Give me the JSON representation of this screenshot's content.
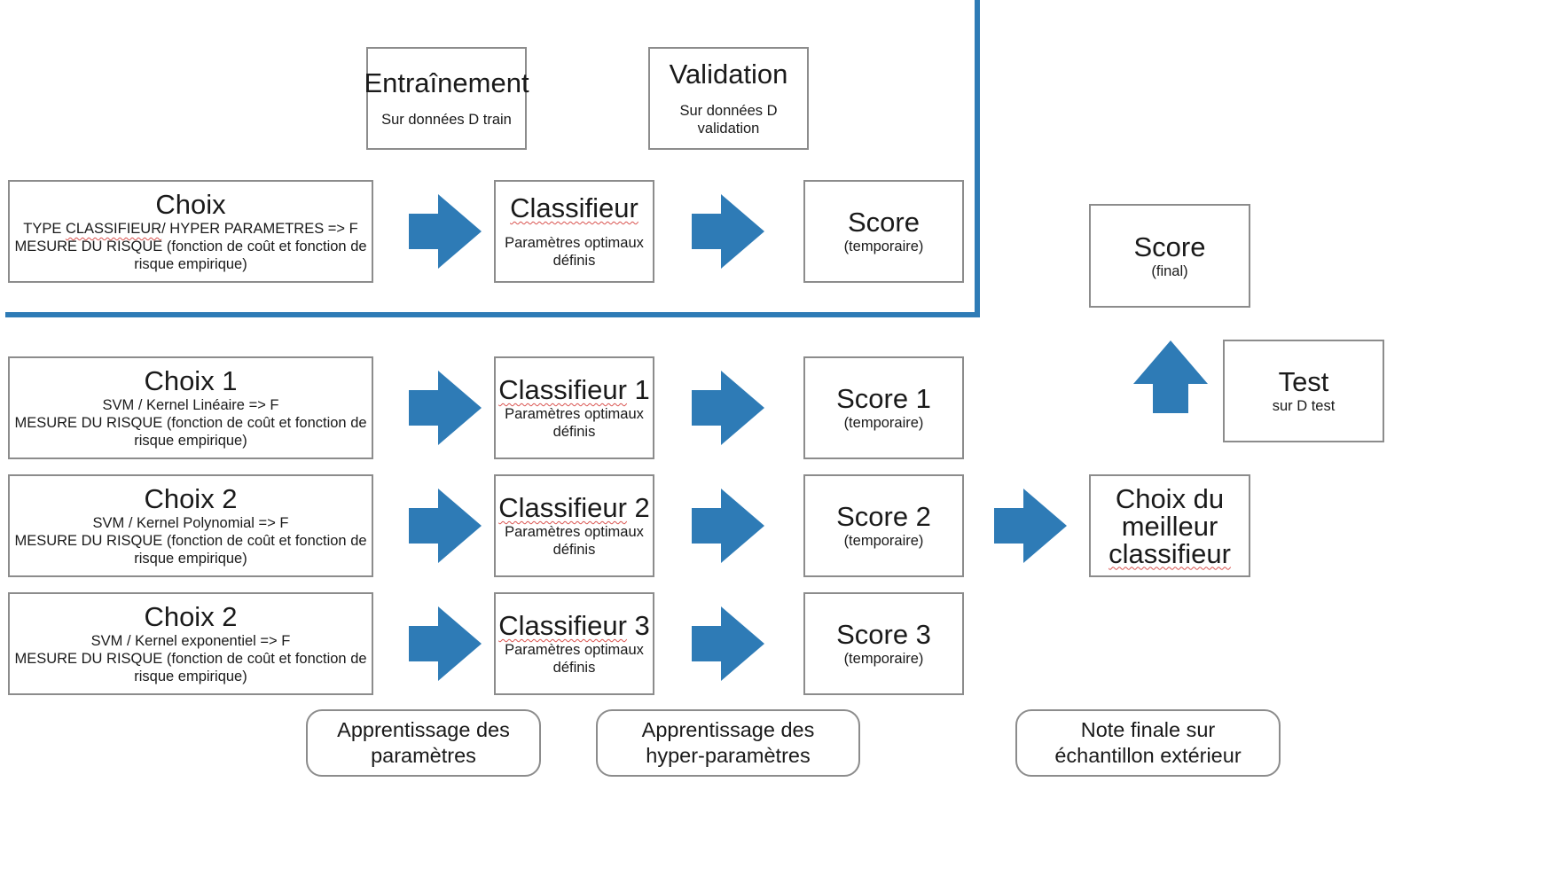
{
  "colors": {
    "arrow": "#2e7bb6",
    "frame": "#2e7bb6",
    "border": "#8c8c8c"
  },
  "header": {
    "train": {
      "title": "Entraînement",
      "sub": "Sur données D train"
    },
    "valid": {
      "title": "Validation",
      "sub": "Sur données D validation"
    }
  },
  "generic": {
    "choix": {
      "title": "Choix",
      "line1_a": "TYPE ",
      "line1_b": "CLASSIFIEUR",
      "line1_c": "/ HYPER PARAMETRES => F",
      "line2": "MESURE DU RISQUE (fonction de coût et fonction de risque empirique)"
    },
    "classifier": {
      "title": "Classifieur",
      "sub": "Paramètres optimaux définis"
    },
    "score": {
      "title": "Score",
      "sub": "(temporaire)"
    }
  },
  "rows": [
    {
      "choix_title": "Choix 1",
      "choix_line1": "SVM / Kernel Linéaire => F",
      "choix_line2": "MESURE DU RISQUE (fonction de coût et fonction de risque empirique)",
      "classifier_word": "Classifieur",
      "classifier_num": " 1",
      "classifier_sub": "Paramètres optimaux définis",
      "score_title": "Score 1",
      "score_sub": "(temporaire)"
    },
    {
      "choix_title": "Choix 2",
      "choix_line1": "SVM / Kernel Polynomial => F",
      "choix_line2": "MESURE DU RISQUE (fonction de coût et fonction de risque empirique)",
      "classifier_word": "Classifieur",
      "classifier_num": " 2",
      "classifier_sub": "Paramètres optimaux définis",
      "score_title": "Score 2",
      "score_sub": "(temporaire)"
    },
    {
      "choix_title": "Choix 2",
      "choix_line1": "SVM / Kernel exponentiel => F",
      "choix_line2": "MESURE DU RISQUE (fonction de coût et fonction de risque empirique)",
      "classifier_word": "Classifieur",
      "classifier_num": " 3",
      "classifier_sub": "Paramètres optimaux définis",
      "score_title": "Score 3",
      "score_sub": "(temporaire)"
    }
  ],
  "final_score": {
    "title": "Score",
    "sub": "(final)"
  },
  "test": {
    "title": "Test",
    "sub": "sur D test"
  },
  "best": {
    "line1": "Choix du",
    "line2": "meilleur",
    "line3": "classifieur"
  },
  "captions": {
    "params": "Apprentissage des paramètres",
    "hyper": "Apprentissage des hyper-paramètres",
    "final": "Note finale sur échantillon extérieur"
  }
}
